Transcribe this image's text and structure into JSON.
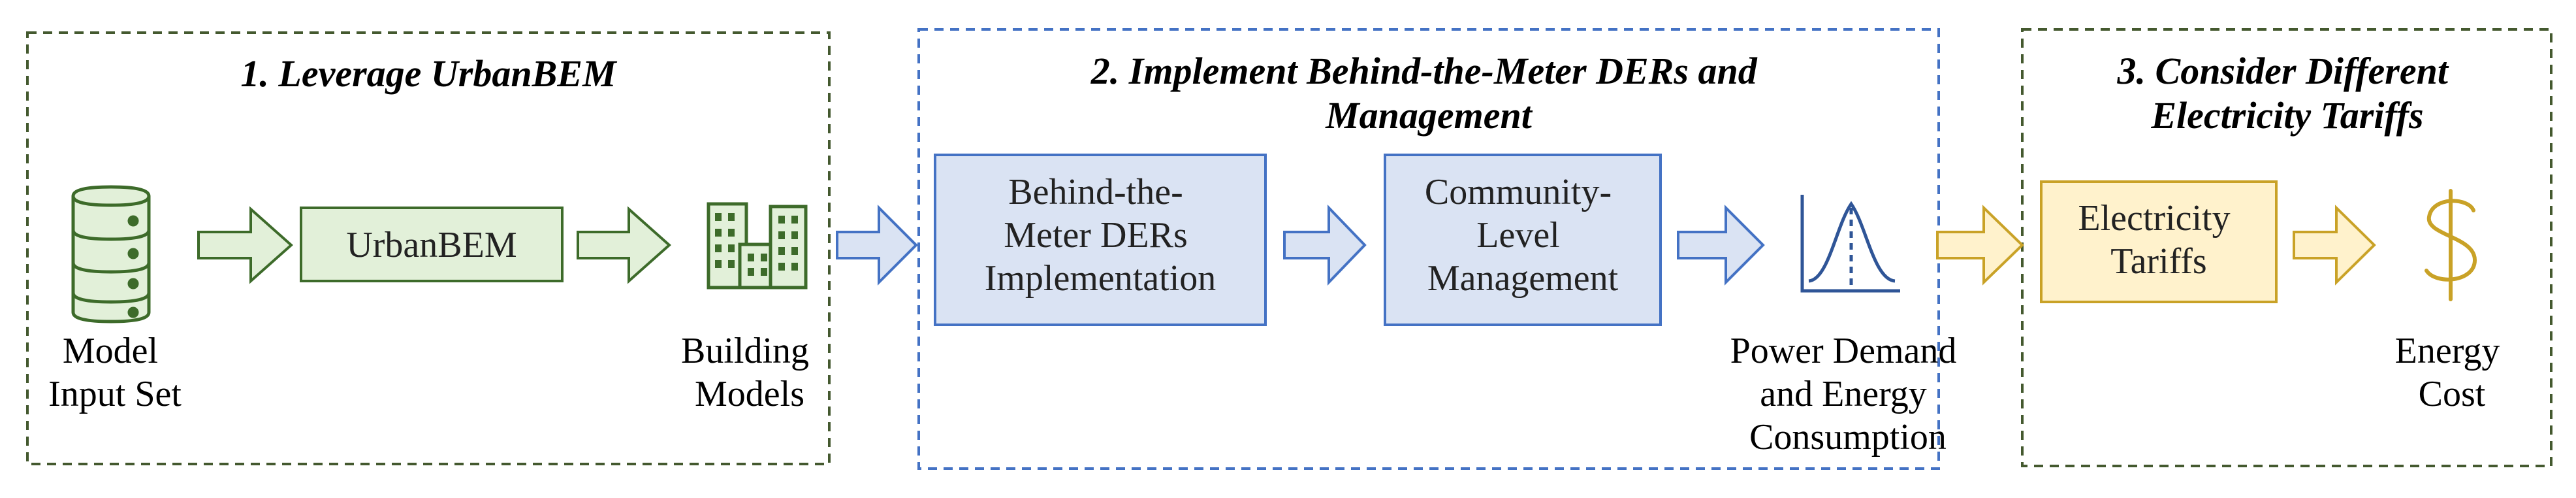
{
  "colors": {
    "green_stroke": "#3d6b2a",
    "green_fill": "#e2f0d9",
    "green_dash": "#44592f",
    "blue_stroke": "#4472c4",
    "blue_fill": "#dae3f3",
    "yellow_stroke": "#c9a227",
    "yellow_fill": "#fff2cc",
    "icon_blue": "#2f5597"
  },
  "sections": [
    {
      "id": "leverage",
      "title_lines": [
        "1. Leverage UrbanBEM"
      ]
    },
    {
      "id": "implement",
      "title_lines": [
        "2. Implement Behind-the-Meter DERs and",
        "Management"
      ]
    },
    {
      "id": "tariffs",
      "title_lines": [
        "3. Consider Different",
        "Electricity Tariffs"
      ]
    }
  ],
  "boxes": [
    {
      "id": "urbanbem",
      "lines": [
        "UrbanBEM"
      ]
    },
    {
      "id": "der-impl",
      "lines": [
        "Behind-the-",
        "Meter DERs",
        "Implementation"
      ]
    },
    {
      "id": "community",
      "lines": [
        "Community-",
        "Level",
        "Management"
      ]
    },
    {
      "id": "tariffs-box",
      "lines": [
        "Electricity",
        "Tariffs"
      ]
    }
  ],
  "labels": [
    {
      "id": "model-input",
      "lines": [
        "Model",
        "Input Set"
      ]
    },
    {
      "id": "building-models",
      "lines": [
        "Building",
        "Models"
      ]
    },
    {
      "id": "power-demand",
      "lines": [
        "Power Demand",
        "and Energy",
        "Consumption"
      ]
    },
    {
      "id": "energy-cost",
      "lines": [
        "Energy",
        "Cost"
      ]
    }
  ],
  "icons": {
    "database": "database-icon",
    "buildings": "buildings-icon",
    "demand": "bell-curve-icon",
    "dollar": "dollar-icon"
  }
}
